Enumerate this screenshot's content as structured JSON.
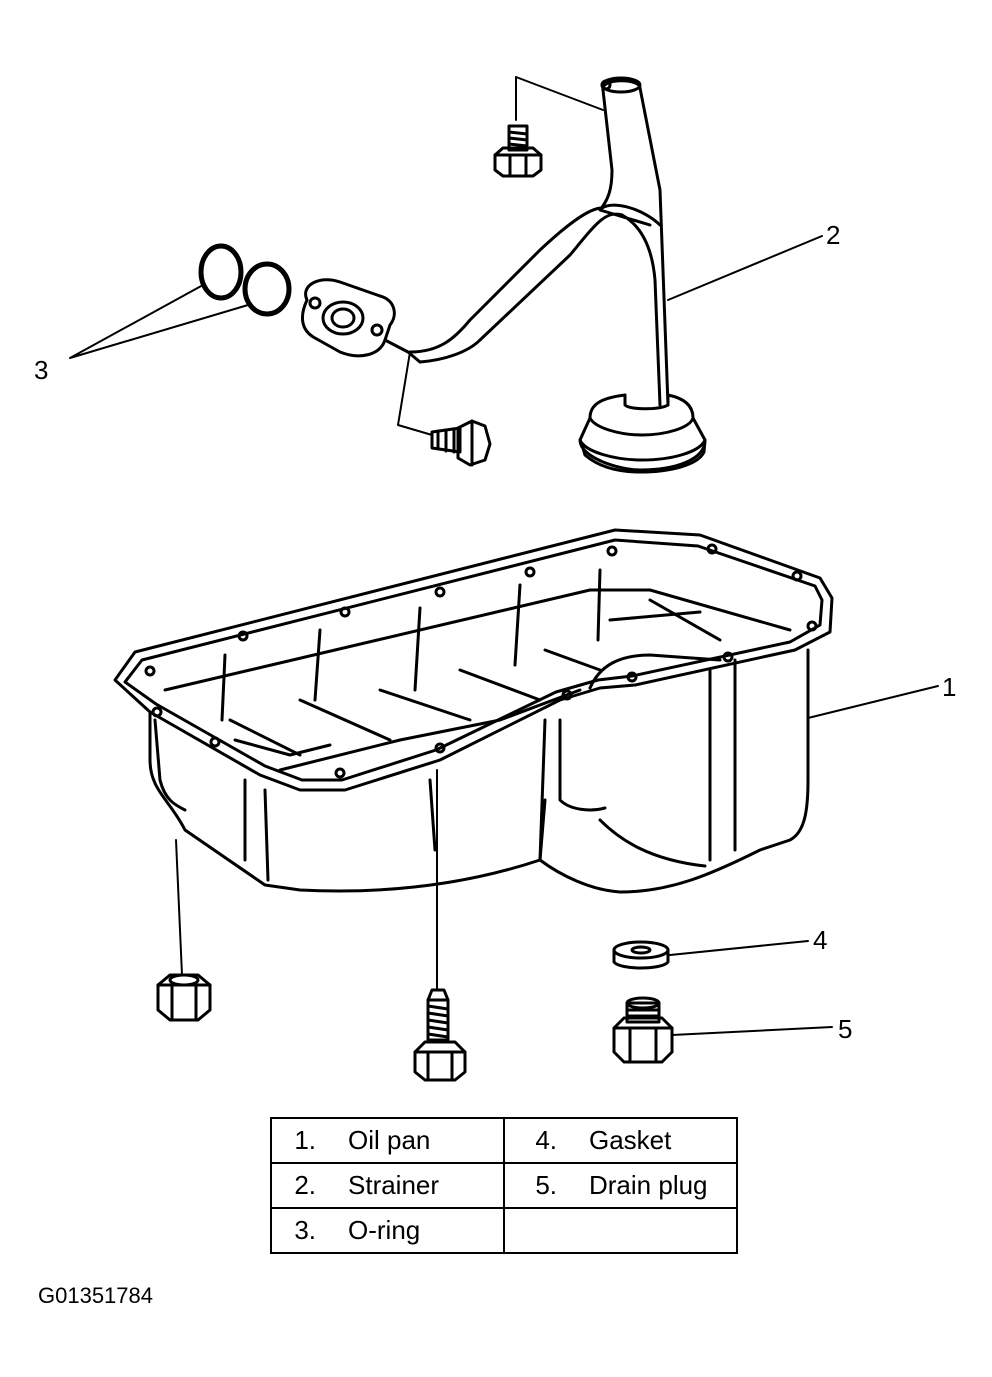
{
  "callouts": {
    "c1": "1",
    "c2": "2",
    "c3": "3",
    "c4": "4",
    "c5": "5"
  },
  "legend": {
    "rows": [
      [
        {
          "num": "1.",
          "label": "Oil pan"
        },
        {
          "num": "4.",
          "label": "Gasket"
        }
      ],
      [
        {
          "num": "2.",
          "label": "Strainer"
        },
        {
          "num": "5.",
          "label": "Drain plug"
        }
      ],
      [
        {
          "num": "3.",
          "label": "O-ring"
        },
        {
          "num": "",
          "label": ""
        }
      ]
    ]
  },
  "figure_id": "G01351784",
  "colors": {
    "line": "#000000",
    "background": "#ffffff"
  }
}
